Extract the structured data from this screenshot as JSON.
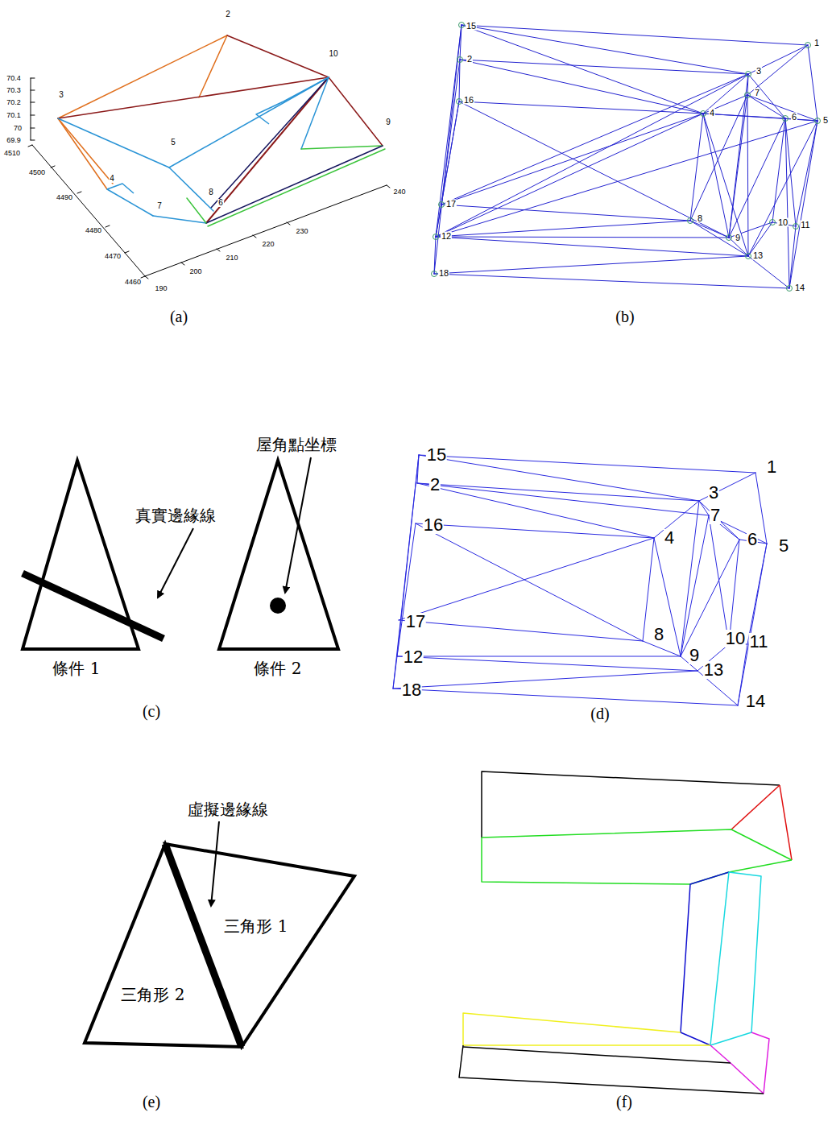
{
  "diagram": {
    "nodes": [
      {
        "text": [
          "條件 1"
        ]
      },
      {
        "text": [
          "條件 2"
        ]
      },
      {
        "text": [
          "三角形 1"
        ]
      },
      {
        "text": [
          "三角形 2"
        ]
      }
    ],
    "labels": [
      "2",
      "10",
      "3",
      "9",
      "5",
      "4",
      "7",
      "6",
      "8",
      "70.4",
      "70.3",
      "70.2",
      "70.1",
      "70",
      "69.9",
      "4510",
      "4500",
      "4490",
      "4480",
      "4470",
      "4460",
      "190",
      "200",
      "210",
      "220",
      "230",
      "240",
      "(a)",
      "15",
      "1",
      "2",
      "3",
      "16",
      "7",
      "4",
      "6",
      "5",
      "17",
      "8",
      "10",
      "11",
      "9",
      "12",
      "13",
      "18",
      "14",
      "(b)",
      "屋角點坐標",
      "真實邊緣線",
      "(c)",
      "15",
      "1",
      "2",
      "3",
      "7",
      "16",
      "4",
      "6",
      "5",
      "17",
      "8",
      "10",
      "11",
      "12",
      "9",
      "13",
      "18",
      "14",
      "(d)",
      "虛擬邊緣線",
      "(e)",
      "(f)"
    ]
  }
}
